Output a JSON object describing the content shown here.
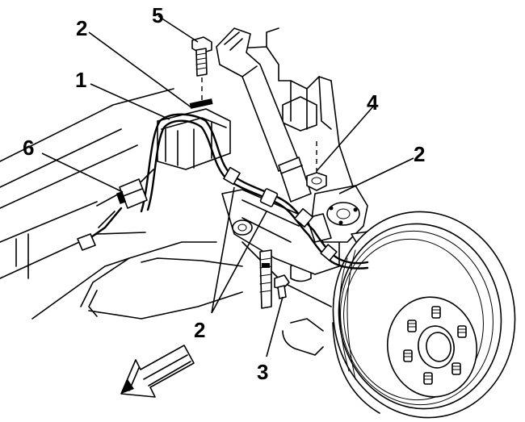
{
  "diagram": {
    "callouts": [
      {
        "id": "c1",
        "text": "1"
      },
      {
        "id": "c2a",
        "text": "2"
      },
      {
        "id": "c2b",
        "text": "2"
      },
      {
        "id": "c2c",
        "text": "2"
      },
      {
        "id": "c3",
        "text": "3"
      },
      {
        "id": "c4",
        "text": "4"
      },
      {
        "id": "c5",
        "text": "5"
      },
      {
        "id": "c6",
        "text": "6"
      }
    ],
    "direction_arrow_icon": "arrow-down-left-icon"
  }
}
